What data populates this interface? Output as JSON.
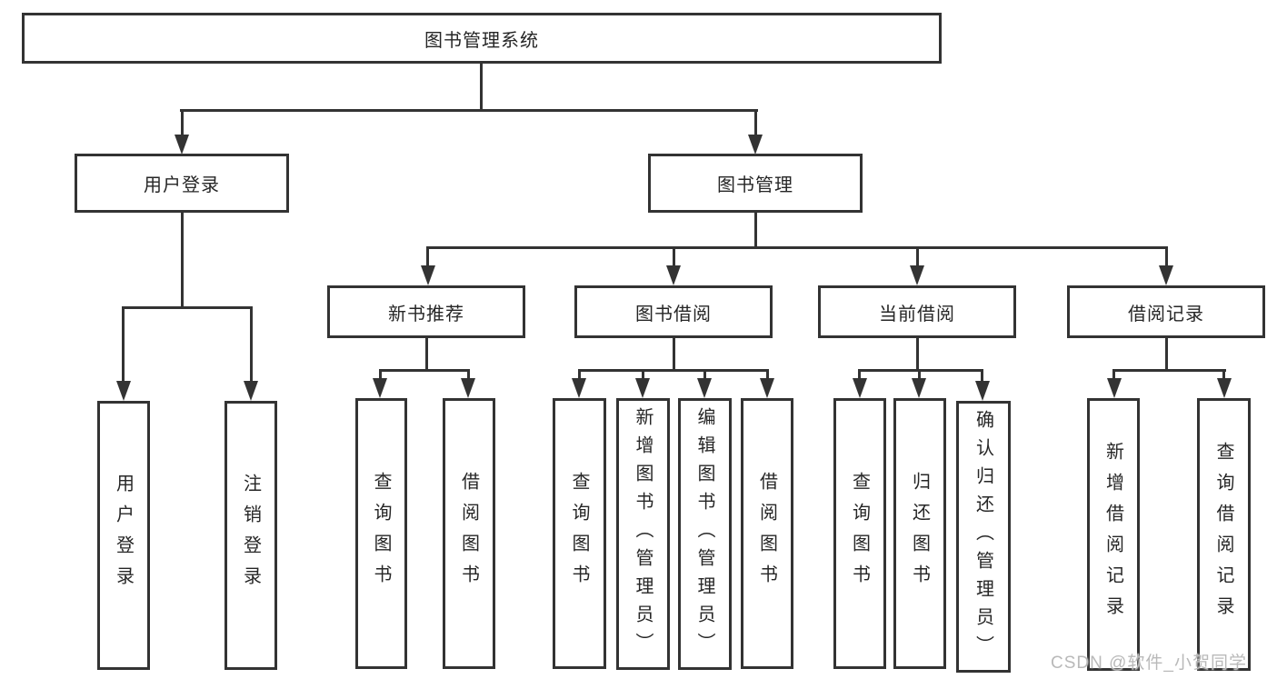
{
  "watermark": "CSDN @软件_小贺同学",
  "colors": {
    "line": "#333333",
    "text": "#262626",
    "watermark": "#b9b9b9",
    "background": "#ffffff"
  },
  "tree": {
    "root": {
      "label": "图书管理系统"
    },
    "children": [
      {
        "label": "用户登录",
        "children": [
          {
            "label": "用户登录"
          },
          {
            "label": "注销登录"
          }
        ]
      },
      {
        "label": "图书管理",
        "children": [
          {
            "label": "新书推荐",
            "children": [
              {
                "label": "查询图书"
              },
              {
                "label": "借阅图书"
              }
            ]
          },
          {
            "label": "图书借阅",
            "children": [
              {
                "label": "查询图书"
              },
              {
                "label": "新增图书（管理员）"
              },
              {
                "label": "编辑图书（管理员）"
              },
              {
                "label": "借阅图书"
              }
            ]
          },
          {
            "label": "当前借阅",
            "children": [
              {
                "label": "查询图书"
              },
              {
                "label": "归还图书"
              },
              {
                "label": "确认归还（管理员）"
              }
            ]
          },
          {
            "label": "借阅记录",
            "children": [
              {
                "label": "新增借阅记录"
              },
              {
                "label": "查询借阅记录"
              }
            ]
          }
        ]
      }
    ]
  }
}
